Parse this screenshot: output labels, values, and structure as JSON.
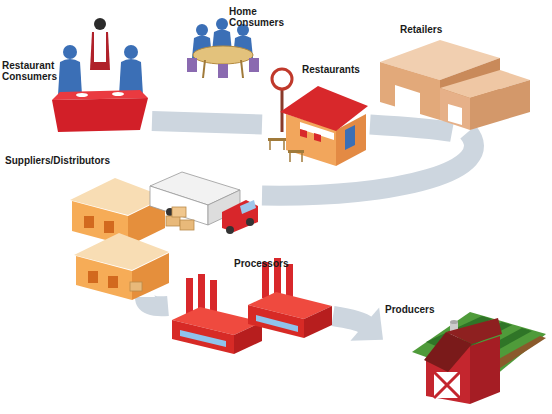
{
  "diagram": {
    "nodes": [
      {
        "text": [
          "Home Consumers"
        ]
      },
      {
        "text": [
          "Retailers"
        ]
      },
      {
        "text": [
          "Restaurant Consumers"
        ]
      },
      {
        "text": [
          "Restaurants"
        ]
      },
      {
        "text": [
          "Suppliers/Distributors"
        ]
      },
      {
        "text": [
          "Processors"
        ]
      },
      {
        "text": [
          "Producers"
        ]
      }
    ],
    "edges": [
      {
        "from": 2,
        "to": 3,
        "arrow": "none"
      },
      {
        "from": 3,
        "to": 1,
        "arrow": "none"
      },
      {
        "from": 1,
        "to": 4,
        "arrow": "none"
      },
      {
        "from": 4,
        "to": 5,
        "arrow": "none"
      },
      {
        "from": 5,
        "to": 6,
        "arrow": "to"
      }
    ]
  }
}
